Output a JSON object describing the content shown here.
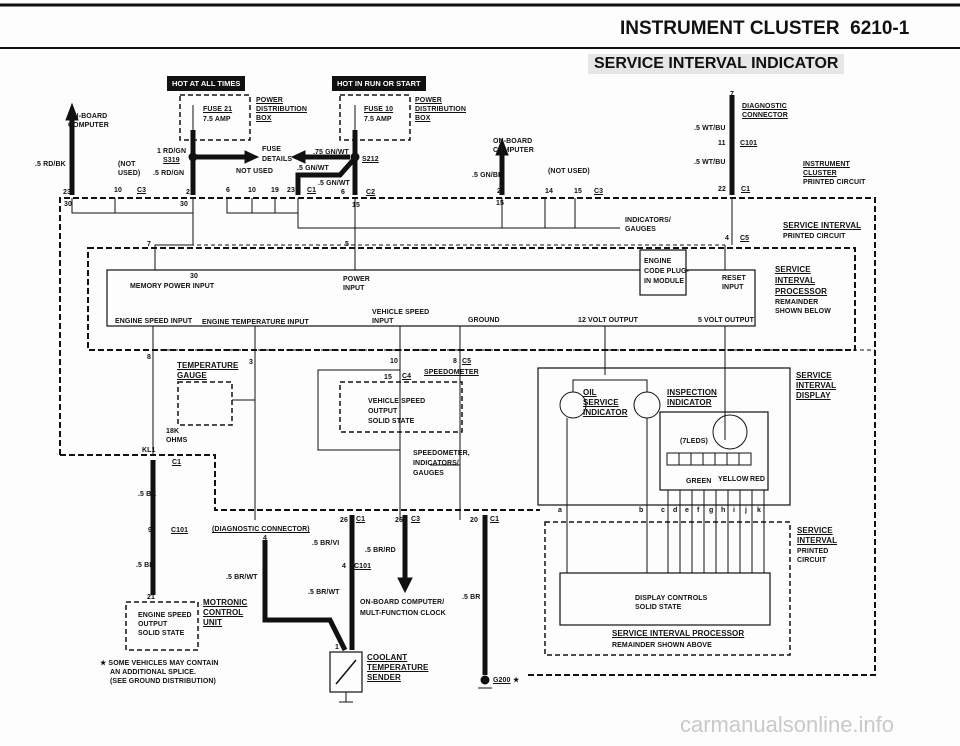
{
  "header": {
    "title": "INSTRUMENT CLUSTER",
    "page": "6210-1",
    "subtitle": "SERVICE INTERVAL INDICATOR"
  },
  "power": {
    "hot_all": "HOT AT ALL TIMES",
    "hot_run": "HOT IN RUN OR START",
    "fuse21": "FUSE 21",
    "fuse21_amp": "7.5 AMP",
    "fuse10": "FUSE 10",
    "fuse10_amp": "7.5 AMP",
    "pdb": [
      "POWER",
      "DISTRIBUTION",
      "BOX"
    ]
  },
  "top": {
    "obc": [
      "ON-BOARD",
      "COMPUTER"
    ],
    "rdbk": ".5 RD/BK",
    "not_used_paren": [
      "(NOT",
      "USED)"
    ],
    "rdgn1": "1 RD/GN",
    "s319": "S319",
    "rdgn5": ".5 RD/GN",
    "fuse_details": [
      "FUSE",
      "DETAILS"
    ],
    "gnwt75": ".75 GN/WT",
    "not_used": "NOT USED",
    "gnwt5a": ".5 GN/WT",
    "gnwt5b": ".5 GN/WT",
    "s212": "S212",
    "pins": [
      "23",
      "10",
      "C3",
      "2",
      "6",
      "10",
      "19",
      "23",
      "C1",
      "6",
      "C2"
    ],
    "inner_pins": [
      "30",
      "30",
      "15",
      "15"
    ],
    "obc2": [
      "ON-BOARD",
      "COMPUTER"
    ],
    "gnbk": ".5 GN/BK",
    "not_used2": "(NOT USED)",
    "pins2": [
      "2",
      "14",
      "15",
      "C3"
    ],
    "diag": [
      "7",
      "DIAGNOSTIC",
      "CONNECTOR"
    ],
    "wtbu1": ".5 WT/BU",
    "c101_pin": "11",
    "c101": "C101",
    "wtbu2": ".5 WT/BU",
    "c1_pin": "22",
    "c1": "C1",
    "cluster_pc": [
      "INSTRUMENT",
      "CLUSTER",
      "PRINTED CIRCUIT"
    ],
    "indicators": [
      "INDICATORS/",
      "GAUGES"
    ],
    "sipc": [
      "SERVICE INTERVAL",
      "PRINTED CIRCUIT"
    ],
    "c5_pin": "4",
    "c5": "C5"
  },
  "processor": {
    "pin7": "7",
    "pin5": "5",
    "memory": [
      "30",
      "MEMORY POWER INPUT"
    ],
    "power_input": [
      "POWER",
      "INPUT"
    ],
    "plug": [
      "ENGINE",
      "CODE PLUG-",
      "IN MODULE"
    ],
    "reset": [
      "RESET",
      "INPUT"
    ],
    "name": [
      "SERVICE",
      "INTERVAL",
      "PROCESSOR"
    ],
    "remainder": [
      "REMAINDER",
      "SHOWN  BELOW"
    ],
    "inputs": [
      "ENGINE SPEED INPUT",
      "ENGINE TEMPERATURE INPUT",
      "VEHICLE SPEED",
      "INPUT",
      "GROUND",
      "12 VOLT OUTPUT",
      "5 VOLT OUTPUT"
    ]
  },
  "middle": {
    "pin8": "8",
    "temp_gauge": [
      "TEMPERATURE",
      "GAUGE"
    ],
    "pin3": "3",
    "pin10": "10",
    "pin8b": "8",
    "c5": "C5",
    "pin15": "15",
    "c4": "C4",
    "speedometer": "SPEEDOMETER",
    "vss": [
      "VEHICLE SPEED",
      "OUTPUT",
      "SOLID STATE"
    ],
    "ohms": [
      "18K",
      "OHMS"
    ],
    "kl1": "KL1",
    "pin7": "7",
    "c1": "C1",
    "speedo_ind": [
      "SPEEDOMETER,",
      "INDICATORS/",
      "GAUGES"
    ],
    "bk": ".5 BK"
  },
  "display": {
    "oil": [
      "OIL",
      "SERVICE",
      "INDICATOR"
    ],
    "inspection": [
      "INSPECTION",
      "INDICATOR"
    ],
    "name": [
      "SERVICE",
      "INTERVAL",
      "DISPLAY"
    ],
    "leds": "(7LEDS)",
    "led_count": 7,
    "green": "GREEN",
    "yellow": "YELLOW",
    "red": "RED",
    "pins": [
      "a",
      "b",
      "c",
      "d",
      "e",
      "f",
      "g",
      "h",
      "i",
      "j",
      "k"
    ]
  },
  "bottom": {
    "p26a": "26",
    "c1a": "C1",
    "p26b": "26",
    "c3": "C3",
    "p20": "20",
    "c1b": "C1",
    "p9": "9",
    "c101a": "C101",
    "diag": "(DIAGNOSTIC  CONNECTOR)",
    "p4": "4",
    "brvi": ".5 BR/VI",
    "brrd": ".5 BR/RD",
    "bk": ".5 BK",
    "p4b": "4",
    "c101b": "C101",
    "brwt1": ".5 BR/WT",
    "brwt2": ".5 BR/WT",
    "obc": [
      "ON-BOARD COMPUTER/",
      "MULT-FUNCTION CLOCK"
    ],
    "br": ".5 BR",
    "p21": "21",
    "ess": [
      "ENGINE SPEED",
      "OUTPUT",
      "SOLID STATE"
    ],
    "motronic": [
      "MOTRONIC",
      "CONTROL",
      "UNIT"
    ],
    "note": [
      "★ SOME VEHICLES MAY CONTAIN",
      "AN ADDITIONAL SPLICE.",
      "(SEE GROUND DISTRIBUTION)"
    ],
    "p1": "1",
    "coolant": [
      "COOLANT",
      "TEMPERATURE",
      "SENDER"
    ],
    "g200": "G200",
    "star": "★",
    "sipc": [
      "SERVICE",
      "INTERVAL",
      "PRINTED",
      "CIRCUIT"
    ],
    "dc": [
      "DISPLAY CONTROLS",
      "SOLID STATE"
    ],
    "sip": "SERVICE INTERVAL PROCESSOR",
    "remainder": "REMAINDER SHOWN ABOVE"
  },
  "watermark": "carmanualsonline.info"
}
